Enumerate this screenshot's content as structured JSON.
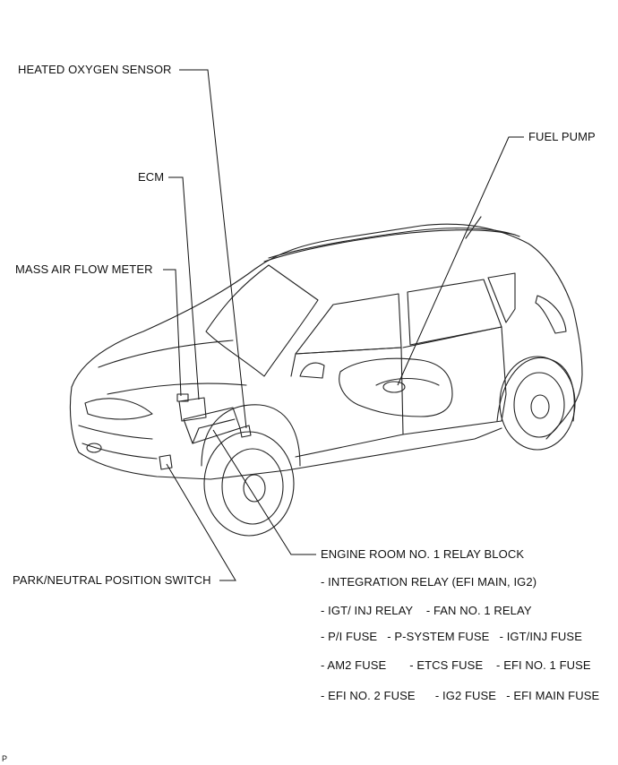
{
  "labels": {
    "heated_oxygen_sensor": "HEATED OXYGEN SENSOR",
    "ecm": "ECM",
    "mass_air_flow_meter": "MASS AIR FLOW METER",
    "fuel_pump": "FUEL PUMP",
    "park_neutral_switch": "PARK/NEUTRAL POSITION SWITCH",
    "engine_room_relay_block": "ENGINE ROOM NO. 1 RELAY BLOCK"
  },
  "relay_block_items": [
    "- INTEGRATION RELAY (EFI MAIN, IG2)",
    "- IGT/ INJ RELAY    - FAN NO. 1 RELAY",
    "- P/I FUSE   - P-SYSTEM FUSE   - IGT/INJ FUSE",
    "- AM2 FUSE       - ETCS FUSE    - EFI NO. 1 FUSE",
    "- EFI NO. 2 FUSE      - IG2 FUSE   - EFI MAIN FUSE"
  ],
  "corner_mark": "P"
}
